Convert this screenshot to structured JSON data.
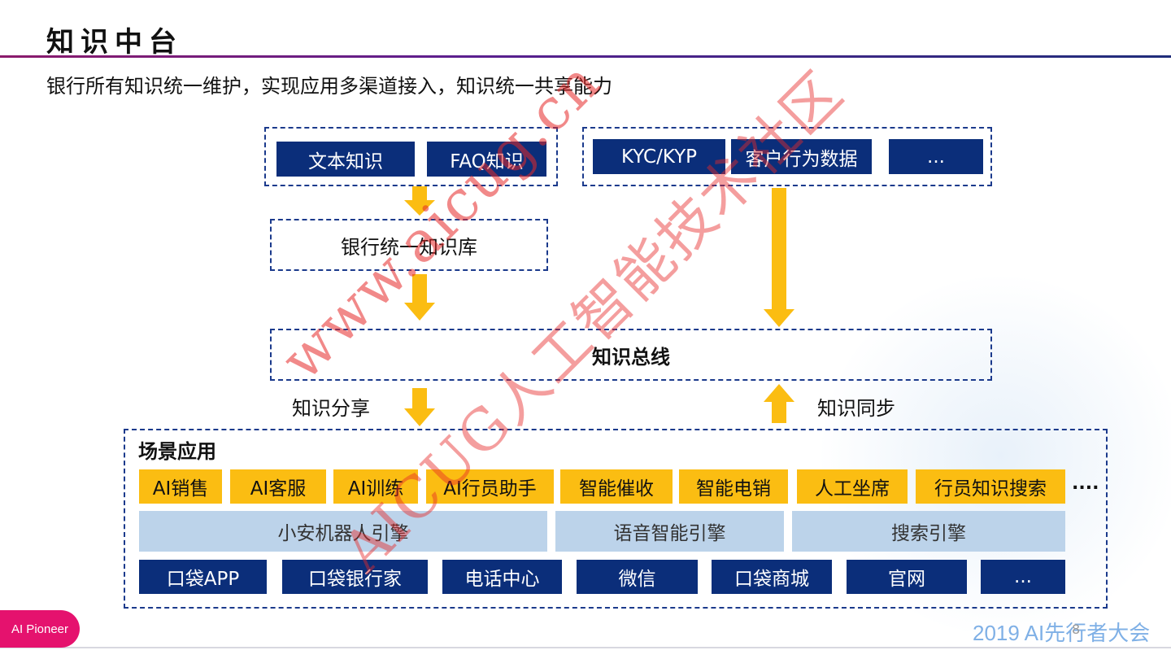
{
  "title": "知识中台",
  "subtitle": "银行所有知识统一维护，实现应用多渠道接入，知识统一共享能力",
  "sources_left": [
    "文本知识",
    "FAQ知识"
  ],
  "sources_right": [
    "KYC/KYP",
    "客户行为数据",
    "..."
  ],
  "knowledge_base": "银行统一知识库",
  "bus": "知识总线",
  "share_label": "知识分享",
  "sync_label": "知识同步",
  "scenario": {
    "title": "场景应用",
    "apps": [
      "AI销售",
      "AI客服",
      "AI训练",
      "AI行员助手",
      "智能催收",
      "智能电销",
      "人工坐席",
      "行员知识搜索"
    ],
    "more": "....",
    "engines": [
      "小安机器人引擎",
      "语音智能引擎",
      "搜索引擎"
    ],
    "channels": [
      "口袋APP",
      "口袋银行家",
      "电话中心",
      "微信",
      "口袋商城",
      "官网",
      "..."
    ]
  },
  "watermark_line1": "www.aicug.cn",
  "watermark_line2": "AICUG人工智能技术社区",
  "footer": {
    "logo": "AI Pioneer",
    "brand": "2019 AI先行者大会",
    "page": "8"
  },
  "colors": {
    "navy": "#0b2e7a",
    "yellow": "#fbbd12",
    "light_blue": "#bcd3ea",
    "dash": "#1b3a8c",
    "logo": "#e5126e"
  }
}
